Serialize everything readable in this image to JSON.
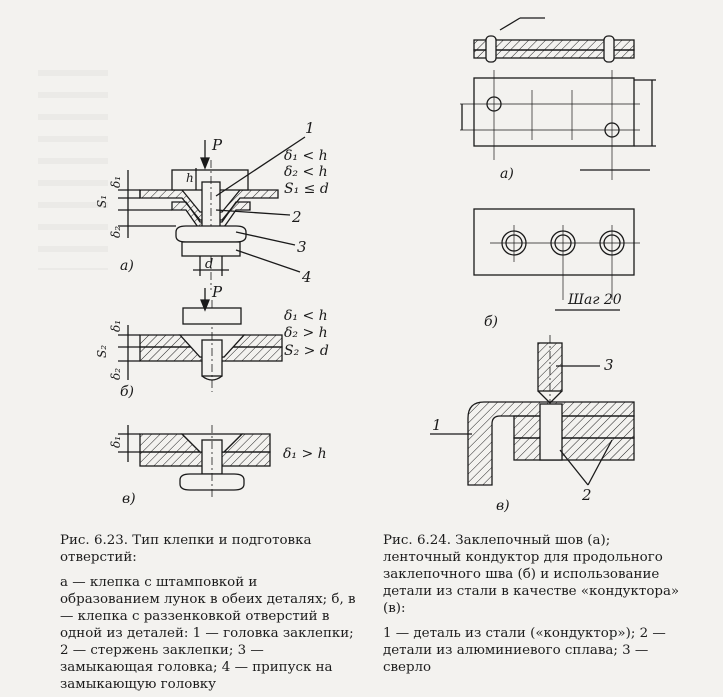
{
  "figure1": {
    "part_a": {
      "letter": "а)",
      "force": "P",
      "h": "h",
      "d": "d",
      "delta1": "δ₁",
      "delta2": "δ₂",
      "s1": "S₁",
      "callouts": [
        "1",
        "2",
        "3",
        "4"
      ],
      "conditions": [
        "δ₁ < h",
        "δ₂ < h",
        "S₁ ≤ d"
      ]
    },
    "part_b": {
      "letter": "б)",
      "force": "P",
      "delta1": "δ₁",
      "delta2": "δ₂",
      "s2": "S₂",
      "conditions": [
        "δ₁ < h",
        "δ₂ > h",
        "S₂ > d"
      ]
    },
    "part_c": {
      "letter": "в)",
      "delta1": "δ₁",
      "conditions": [
        "δ₁ > h"
      ]
    },
    "caption_title": "Рис. 6.23. Тип клепки и подготовка отверстий:",
    "caption_text": "а — клепка с штамповкой и образованием лунок в обеих деталях; б, в — клепка с раззенковкой отверстий в одной из деталей: 1 — головка заклепки; 2 — стержень заклепки; 3 — замыкающая головка; 4 — припуск на замыкающую головку"
  },
  "figure2": {
    "part_a_letter": "а)",
    "part_b_letter": "б)",
    "part_b_step": "Шаг 20",
    "part_c_letter": "в)",
    "callouts": [
      "1",
      "2",
      "3"
    ],
    "caption_title": "Рис. 6.24. Заклепочный шов (а); ленточный кондуктор для продольного заклепочного шва (б) и использование детали из стали в качестве «кондуктора» (в):",
    "caption_text": "1 — деталь из стали («кондуктор»); 2 — детали из алюминиевого сплава; 3 — сверло"
  }
}
